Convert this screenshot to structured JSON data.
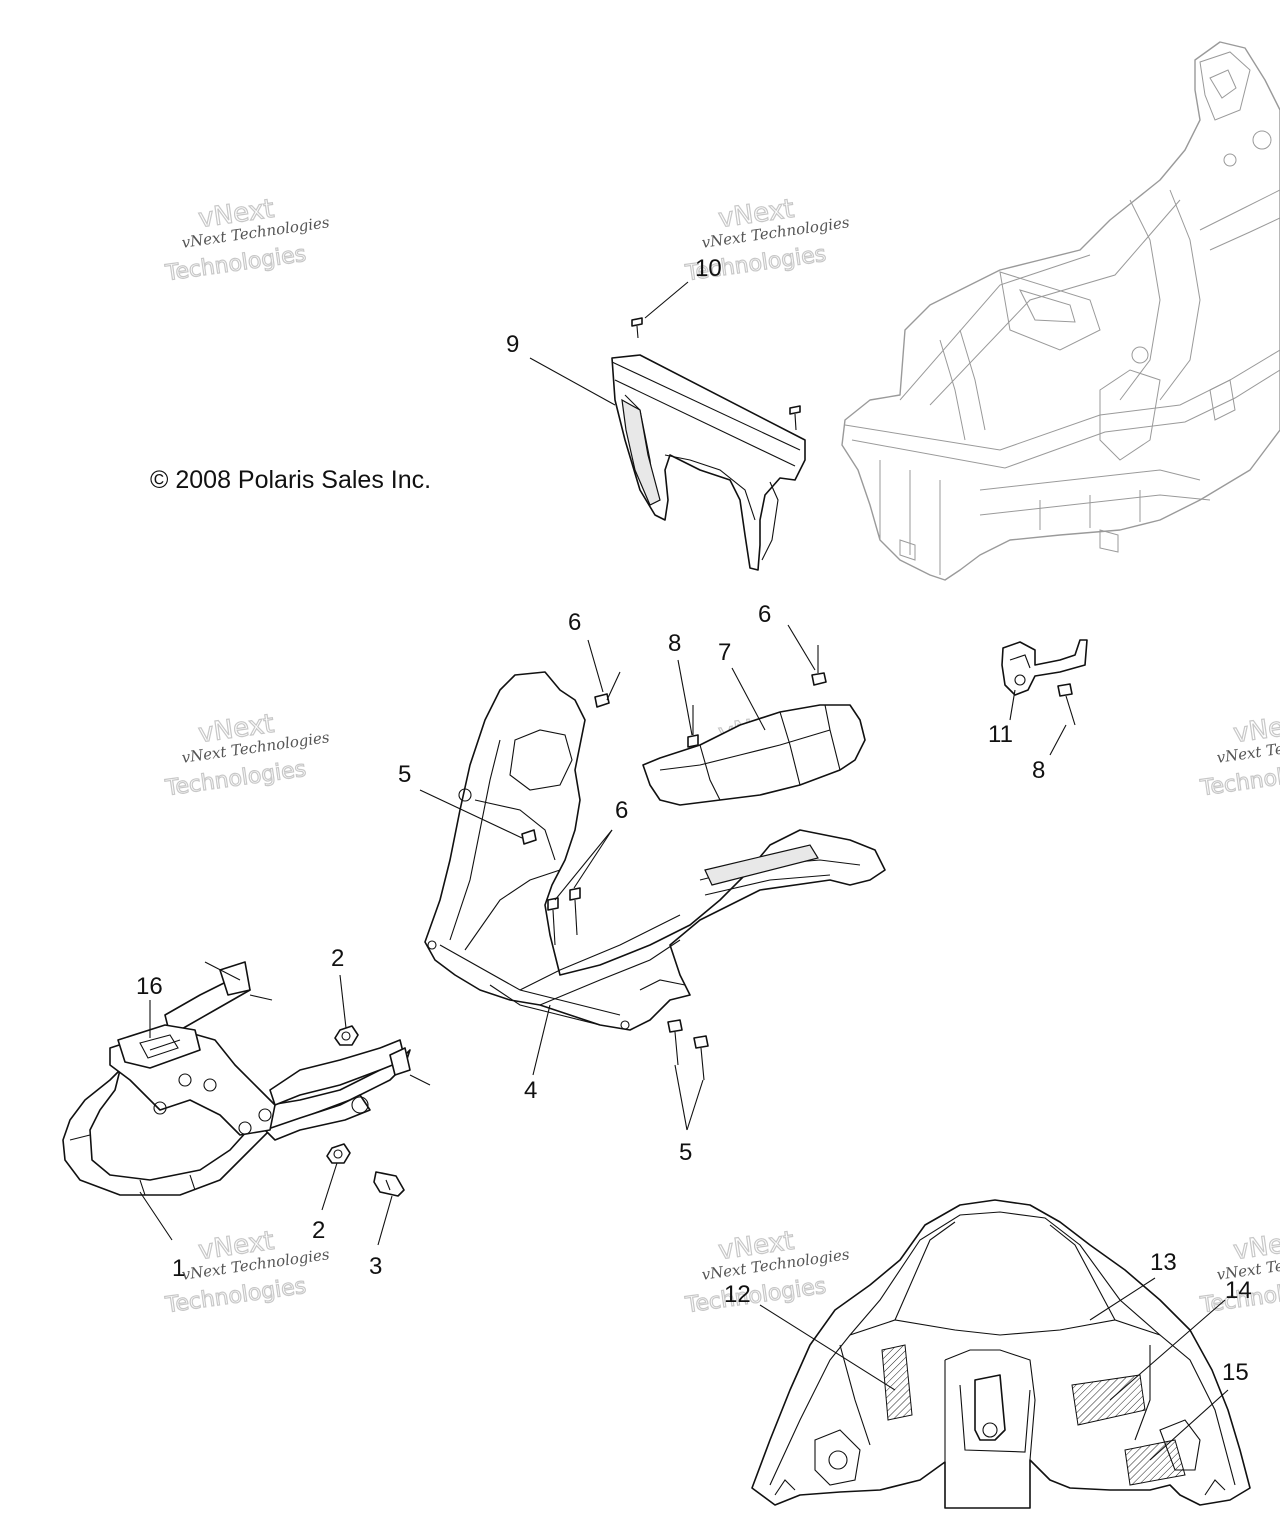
{
  "copyright": "© 2008 Polaris Sales Inc.",
  "watermark": {
    "line1": "vNext Technologies",
    "line2": "vNext",
    "line3": "Technologies"
  },
  "callouts": {
    "c1": "1",
    "c2a": "2",
    "c2b": "2",
    "c3": "3",
    "c4": "4",
    "c5a": "5",
    "c5b": "5",
    "c6a": "6",
    "c6b": "6",
    "c6c": "6",
    "c7": "7",
    "c8a": "8",
    "c8b": "8",
    "c9": "9",
    "c10": "10",
    "c11": "11",
    "c12": "12",
    "c13": "13",
    "c14": "14",
    "c15": "15",
    "c16": "16"
  },
  "colors": {
    "line": "#111111",
    "frame": "#9a9a9a",
    "watermark": "#c8c8c8"
  }
}
